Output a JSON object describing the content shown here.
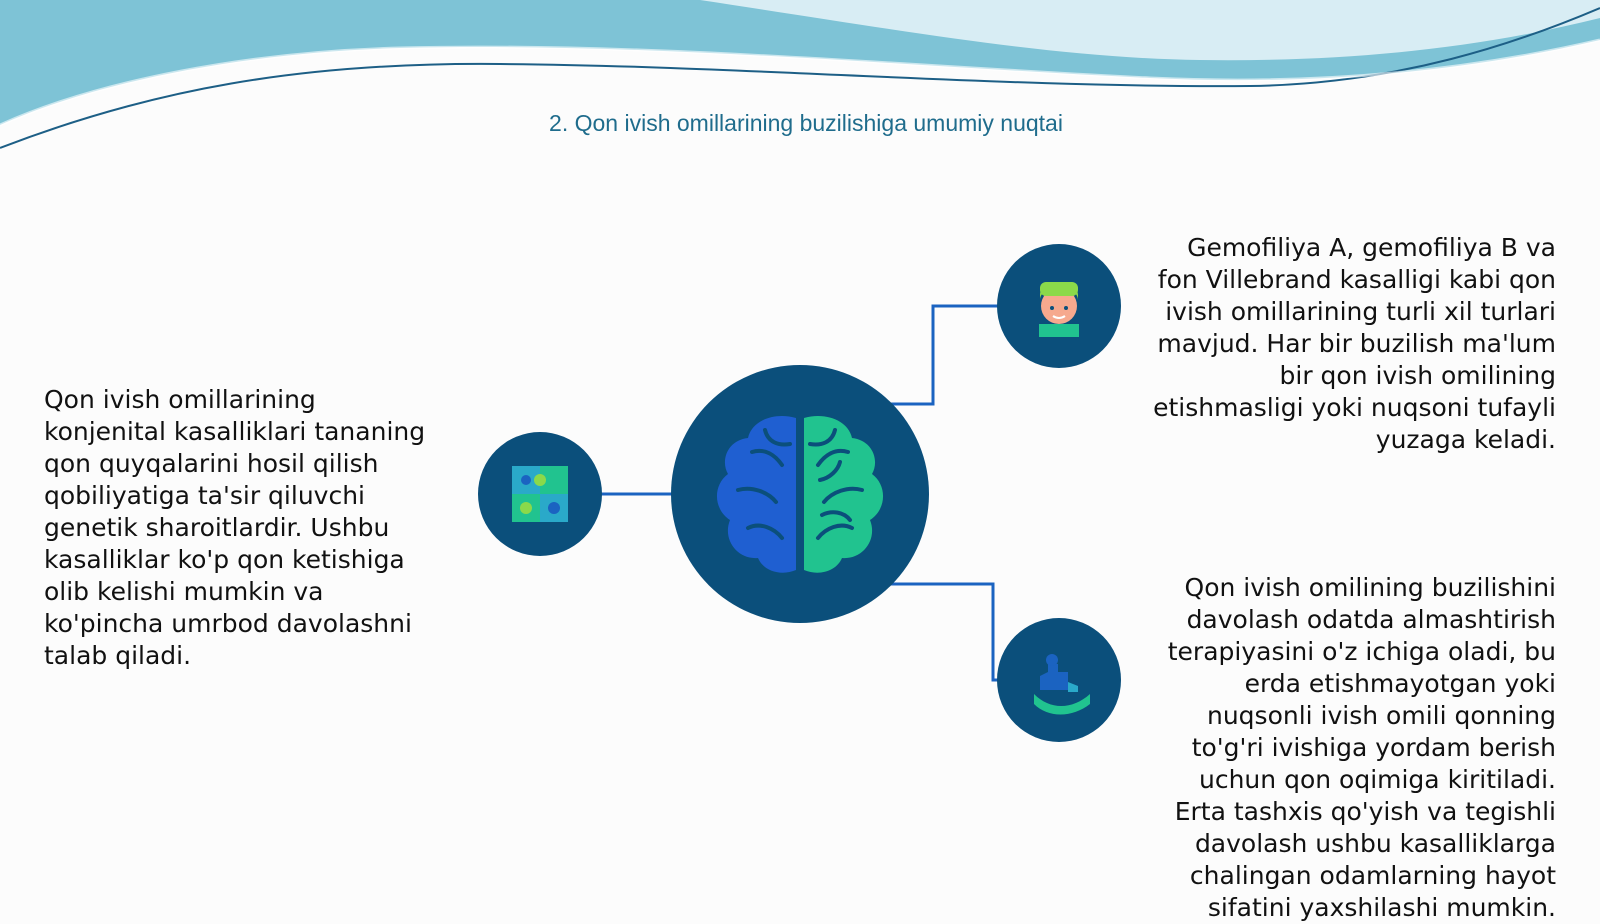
{
  "title": "2. Qon ivish omillarining buzilishiga umumiy nuqtai",
  "colors": {
    "node_fill": "#0b4f7b",
    "connector": "#1b63c1",
    "wave_teal": "#7ec3d6",
    "wave_light": "#cfe8f1",
    "title": "#1f6c8c",
    "brain_left": "#1f5fd1",
    "brain_right": "#21c38f"
  },
  "nodes": {
    "center": {
      "icon": "brain-icon"
    },
    "left": {
      "icon": "puzzle-grid-icon",
      "text": "Qon ivish omillarining konjenital kasalliklari tananing qon quyqalarini hosil qilish qobiliyatiga ta'sir qiluvchi genetik sharoitlardir. Ushbu kasalliklar ko'p qon ketishiga olib kelishi mumkin va ko'pincha umrbod davolashni talab qiladi."
    },
    "top_right": {
      "icon": "doctor-icon",
      "text": "Gemofiliya A, gemofiliya B va fon Villebrand kasalligi kabi qon ivish omillarining turli xil turlari mavjud. Har bir buzilish ma'lum bir qon ivish omilining etishmasligi yoki nuqsoni tufayli yuzaga keladi."
    },
    "bottom_right": {
      "icon": "hand-care-icon",
      "text": "Qon ivish omilining buzilishini davolash odatda almashtirish terapiyasini o'z ichiga oladi, bu erda etishmayotgan yoki nuqsonli ivish omili qonning to'g'ri ivishiga yordam berish uchun qon oqimiga kiritiladi. Erta tashxis qo'yish va tegishli davolash ushbu kasalliklarga chalingan odamlarning hayot sifatini yaxshilashi mumkin."
    }
  }
}
